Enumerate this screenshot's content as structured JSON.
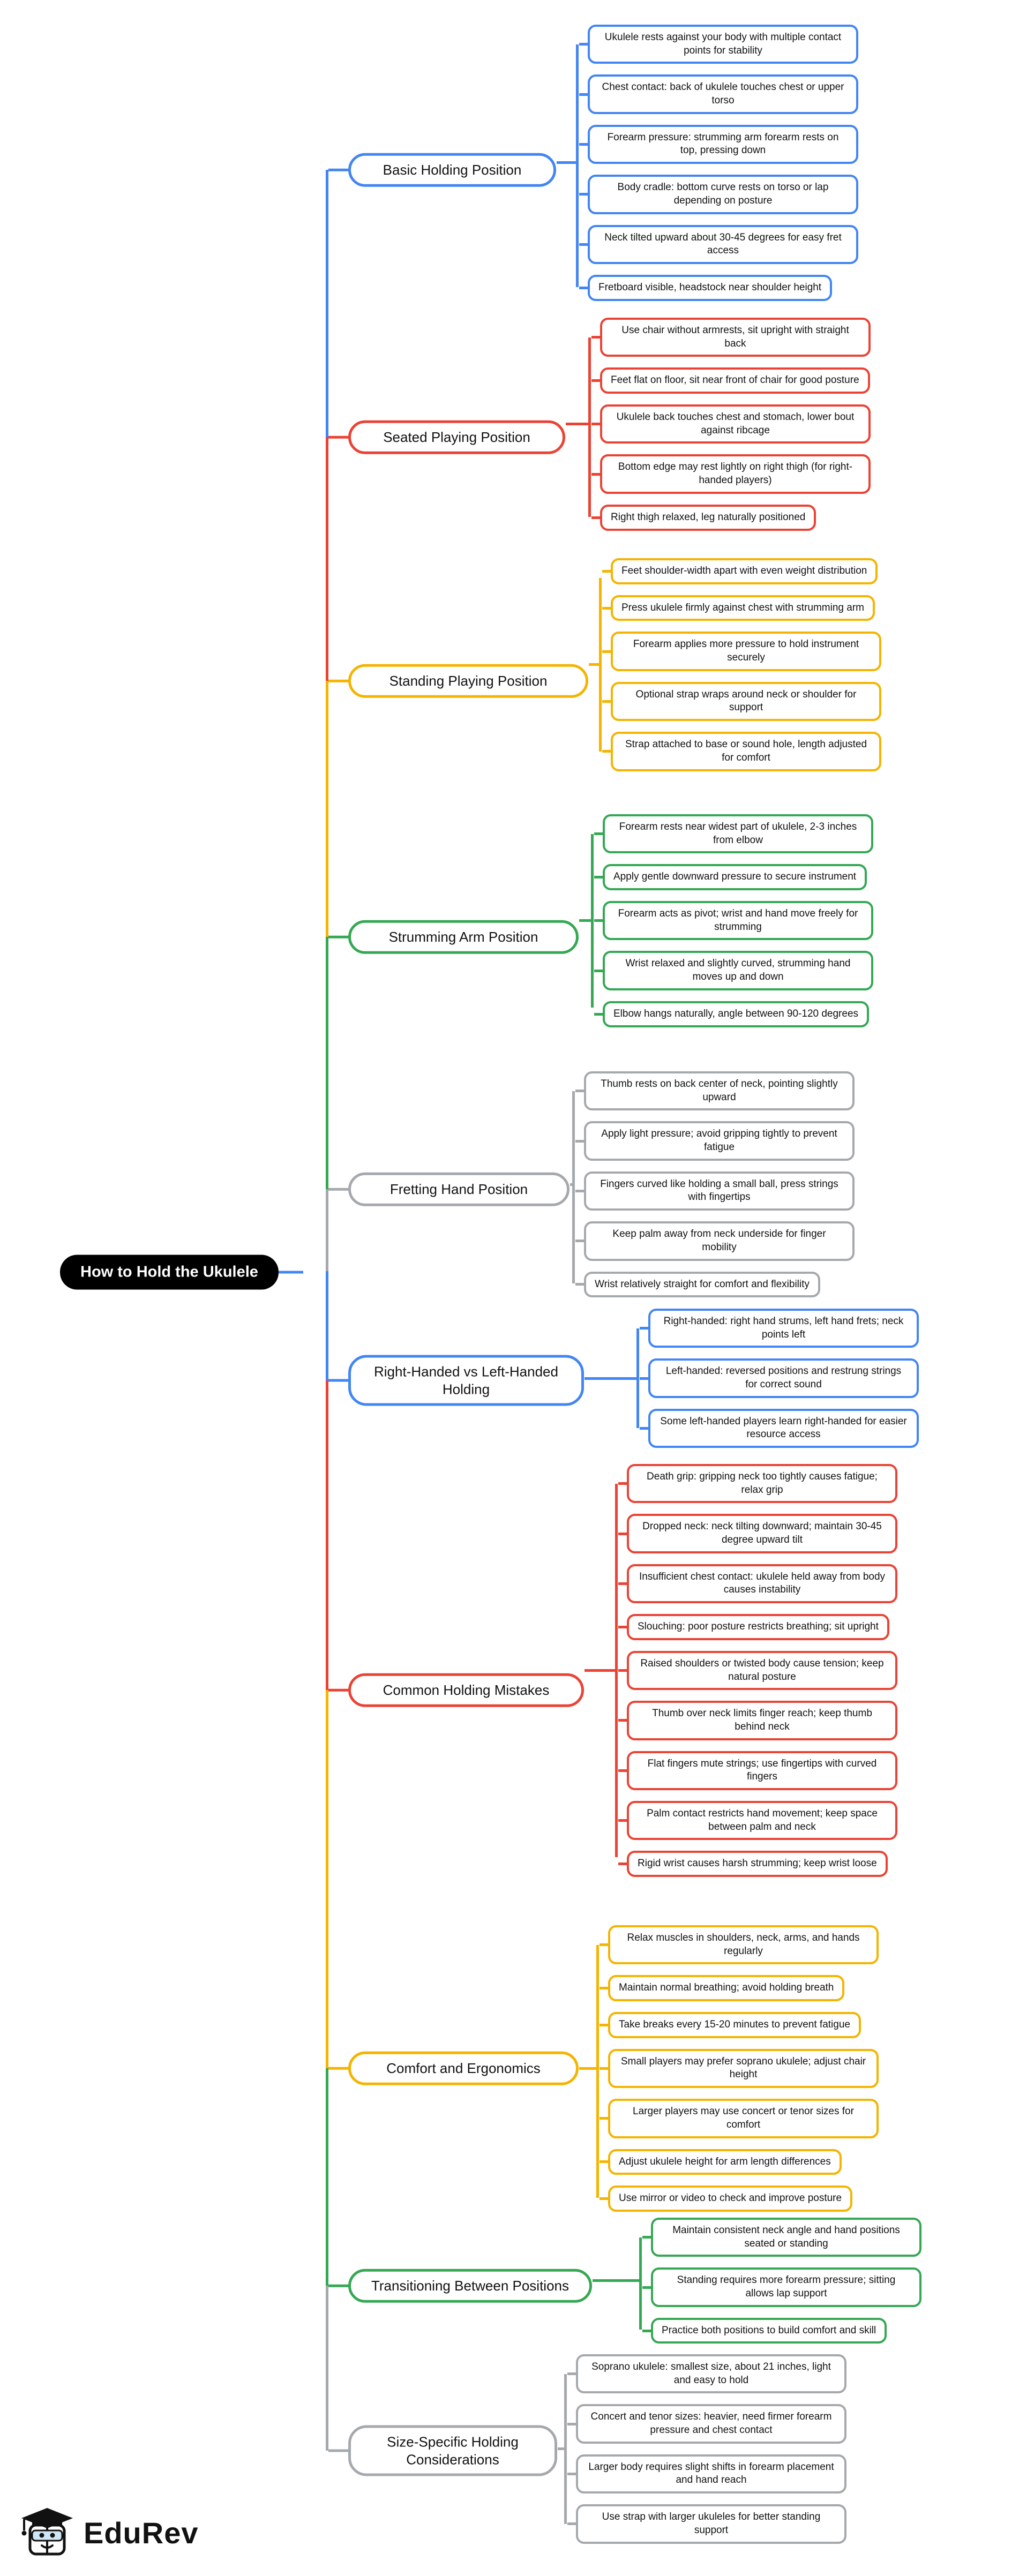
{
  "root": {
    "label": "How to Hold the Ukulele"
  },
  "colors": {
    "blue": "#4285F4",
    "red": "#EA4335",
    "yellow": "#F4B400",
    "green": "#34A853",
    "gray": "#A5A9AD",
    "root_bg": "#000000",
    "node_bg": "#FFFFFF",
    "text": "#111111"
  },
  "footer": {
    "brand": "EduRev"
  },
  "branches": [
    {
      "label": "Basic Holding Position",
      "color": "#4285F4",
      "children": [
        "Ukulele rests against your body with multiple contact points for stability",
        "Chest contact: back of ukulele touches chest or upper torso",
        "Forearm pressure: strumming arm forearm rests on top, pressing down",
        "Body cradle: bottom curve rests on torso or lap depending on posture",
        "Neck tilted upward about 30-45 degrees for easy fret access",
        "Fretboard visible, headstock near shoulder height"
      ]
    },
    {
      "label": "Seated Playing Position",
      "color": "#EA4335",
      "children": [
        "Use chair without armrests, sit upright with straight back",
        "Feet flat on floor, sit near front of chair for good posture",
        "Ukulele back touches chest and stomach, lower bout against ribcage",
        "Bottom edge may rest lightly on right thigh (for right-handed players)",
        "Right thigh relaxed, leg naturally positioned"
      ]
    },
    {
      "label": "Standing Playing Position",
      "color": "#F4B400",
      "children": [
        "Feet shoulder-width apart with even weight distribution",
        "Press ukulele firmly against chest with strumming arm",
        "Forearm applies more pressure to hold instrument securely",
        "Optional strap wraps around neck or shoulder for support",
        "Strap attached to base or sound hole, length adjusted for comfort"
      ]
    },
    {
      "label": "Strumming Arm Position",
      "color": "#34A853",
      "children": [
        "Forearm rests near widest part of ukulele, 2-3 inches from elbow",
        "Apply gentle downward pressure to secure instrument",
        "Forearm acts as pivot; wrist and hand move freely for strumming",
        "Wrist relaxed and slightly curved, strumming hand moves up and down",
        "Elbow hangs naturally, angle between 90-120 degrees"
      ]
    },
    {
      "label": "Fretting Hand Position",
      "color": "#A5A9AD",
      "children": [
        "Thumb rests on back center of neck, pointing slightly upward",
        "Apply light pressure; avoid gripping tightly to prevent fatigue",
        "Fingers curved like holding a small ball, press strings with fingertips",
        "Keep palm away from neck underside for finger mobility",
        "Wrist relatively straight for comfort and flexibility"
      ]
    },
    {
      "label": "Right-Handed vs Left-Handed Holding",
      "color": "#4285F4",
      "children": [
        "Right-handed: right hand strums, left hand frets; neck points left",
        "Left-handed: reversed positions and restrung strings for correct sound",
        "Some left-handed players learn right-handed for easier resource access"
      ]
    },
    {
      "label": "Common Holding Mistakes",
      "color": "#EA4335",
      "children": [
        "Death grip: gripping neck too tightly causes fatigue; relax grip",
        "Dropped neck: neck tilting downward; maintain 30-45 degree upward tilt",
        "Insufficient chest contact: ukulele held away from body causes instability",
        "Slouching: poor posture restricts breathing; sit upright",
        "Raised shoulders or twisted body cause tension; keep natural posture",
        "Thumb over neck limits finger reach; keep thumb behind neck",
        "Flat fingers mute strings; use fingertips with curved fingers",
        "Palm contact restricts hand movement; keep space between palm and neck",
        "Rigid wrist causes harsh strumming; keep wrist loose"
      ]
    },
    {
      "label": "Comfort and Ergonomics",
      "color": "#F4B400",
      "children": [
        "Relax muscles in shoulders, neck, arms, and hands regularly",
        "Maintain normal breathing; avoid holding breath",
        "Take breaks every 15-20 minutes to prevent fatigue",
        "Small players may prefer soprano ukulele; adjust chair height",
        "Larger players may use concert or tenor sizes for comfort",
        "Adjust ukulele height for arm length differences",
        "Use mirror or video to check and improve posture"
      ]
    },
    {
      "label": "Transitioning Between Positions",
      "color": "#34A853",
      "children": [
        "Maintain consistent neck angle and hand positions seated or standing",
        "Standing requires more forearm pressure; sitting allows lap support",
        "Practice both positions to build comfort and skill"
      ]
    },
    {
      "label": "Size-Specific Holding Considerations",
      "color": "#A5A9AD",
      "children": [
        "Soprano ukulele: smallest size, about 21 inches, light and easy to hold",
        "Concert and tenor sizes: heavier, need firmer forearm pressure and chest contact",
        "Larger body requires slight shifts in forearm placement and hand reach",
        "Use strap with larger ukuleles for better standing support"
      ]
    }
  ]
}
